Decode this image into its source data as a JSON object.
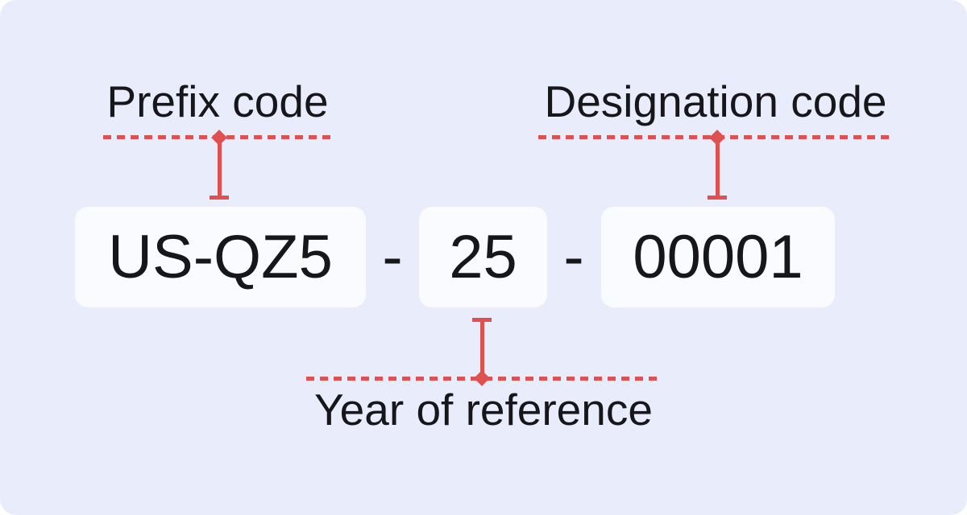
{
  "colors": {
    "page_background": "#FFFFFF",
    "panel_background": "#E9EDFB",
    "box_background": "#FAFBFE",
    "accent_red": "#DF5050",
    "text_color": "#17171B"
  },
  "callouts": {
    "prefix": {
      "label": "Prefix code"
    },
    "designation": {
      "label": "Designation code"
    },
    "year": {
      "label": "Year of reference"
    }
  },
  "code": {
    "segments": [
      {
        "id": "prefix",
        "value": "US-QZ5"
      },
      {
        "id": "year",
        "value": "25"
      },
      {
        "id": "designation",
        "value": "00001"
      }
    ],
    "separator": "-"
  }
}
